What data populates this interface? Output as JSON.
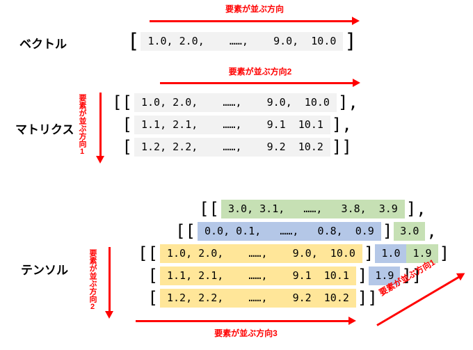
{
  "colors": {
    "red": "#FF0000",
    "gray": "#F2F2F2",
    "green": "#C6E0B4",
    "blue": "#B4C7E7",
    "yellow": "#FFE699"
  },
  "vector": {
    "label": "ベクトル",
    "direction_label": "要素が並ぶ方向",
    "open_bracket": "[",
    "close_bracket": "]",
    "values": "1.0, 2.0,    ……,    9.0,  10.0"
  },
  "matrix": {
    "label": "マトリクス",
    "direction2_label": "要素が並ぶ方向2",
    "direction1_label": "要素が並ぶ方向1",
    "rows": [
      {
        "prefix": "[[",
        "values": "1.0, 2.0,    ……,    9.0,  10.0",
        "suffix": "],"
      },
      {
        "prefix": "[",
        "values": "1.1, 2.1,    ……,    9.1  10.1",
        "suffix": "],"
      },
      {
        "prefix": "[",
        "values": "1.2, 2.2,    ……,    9.2  10.2",
        "suffix": "]]"
      }
    ]
  },
  "tensor": {
    "label": "テンソル",
    "direction1_label": "要素が並ぶ方向1",
    "direction2_label": "要素が並ぶ方向2",
    "direction3_label": "要素が並ぶ方向3",
    "lines": [
      {
        "prefix": "[[",
        "sheet": "green",
        "values": "3.0, 3.1,   ……,   3.8,  3.9",
        "suffix": "],"
      },
      {
        "prefix": "[[",
        "sheet": "blue",
        "values": "0.0, 0.1,   ……,   0.8,  0.9",
        "suffix": "]",
        "peek1": "3.0",
        "after": ","
      },
      {
        "prefix": "[[",
        "sheet": "yellow",
        "values": "1.0, 2.0,    ……,    9.0,  10.0",
        "suffix": "]",
        "peek1": "1.0",
        "peek2": "1.9",
        "after": "]"
      },
      {
        "prefix": "[",
        "sheet": "yellow",
        "values": "1.1, 2.1,    ……,    9.1  10.1",
        "suffix": "]",
        "peek1": "1.9",
        "after": "]]"
      },
      {
        "prefix": "[",
        "sheet": "yellow",
        "values": "1.2, 2.2,    ……,    9.2  10.2",
        "suffix": "]]"
      }
    ]
  }
}
